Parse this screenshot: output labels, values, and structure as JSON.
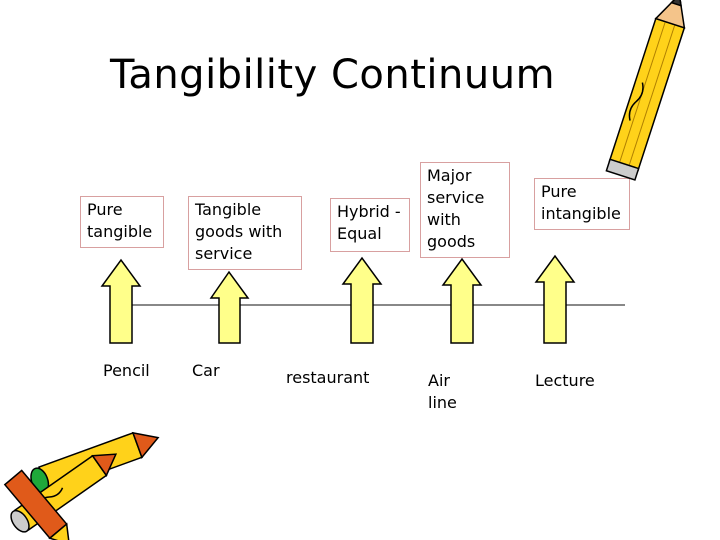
{
  "title": "Tangibility Continuum",
  "colors": {
    "arrow_fill": "#ffff8a",
    "pencil_body": "#ffd21a",
    "pencil_tip": "#e05a1a",
    "eraser": "#1fa83a"
  },
  "icons": [
    "pencil-icon",
    "pencils-icon"
  ],
  "continuum": [
    {
      "top_label": "Pure tangible",
      "example": "Pencil"
    },
    {
      "top_label": "Tangible goods with service",
      "example": "Car"
    },
    {
      "top_label": "Hybrid - Equal",
      "example": "restaurant"
    },
    {
      "top_label": "Major service with goods",
      "example": "Air line"
    },
    {
      "top_label": "Pure intangible",
      "example": "Lecture"
    }
  ]
}
